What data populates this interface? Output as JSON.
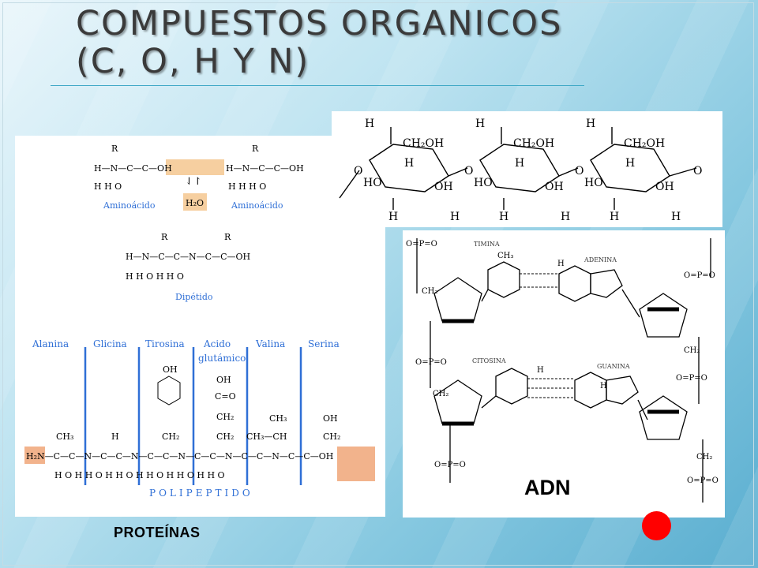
{
  "slide": {
    "title_line1": "COMPUESTOS  ORGANICOS",
    "title_line2": "(C, O, H Y N)",
    "label_adn": "ADN",
    "label_proteinas": "PROTEÍNAS"
  },
  "protein_figure": {
    "aminoacid_left": "Aminoácido",
    "aminoacid_right": "Aminoácido",
    "water": "H₂O",
    "dipeptide": "Dipétido",
    "residues": [
      "Alanina",
      "Glicina",
      "Tirosina",
      "Acido",
      "glutámico",
      "Valina",
      "Serina"
    ],
    "polypeptide": "POLIPEPTIDO"
  },
  "dna_figure": {
    "timina": "TIMINA",
    "adenina": "ADENINA",
    "citosina": "CITOSINA",
    "guanina": "GUANINA"
  },
  "colors": {
    "accent_blue": "#2f6fd6",
    "highlight_orange": "#f2b38c",
    "dot_red": "#ff0000"
  }
}
